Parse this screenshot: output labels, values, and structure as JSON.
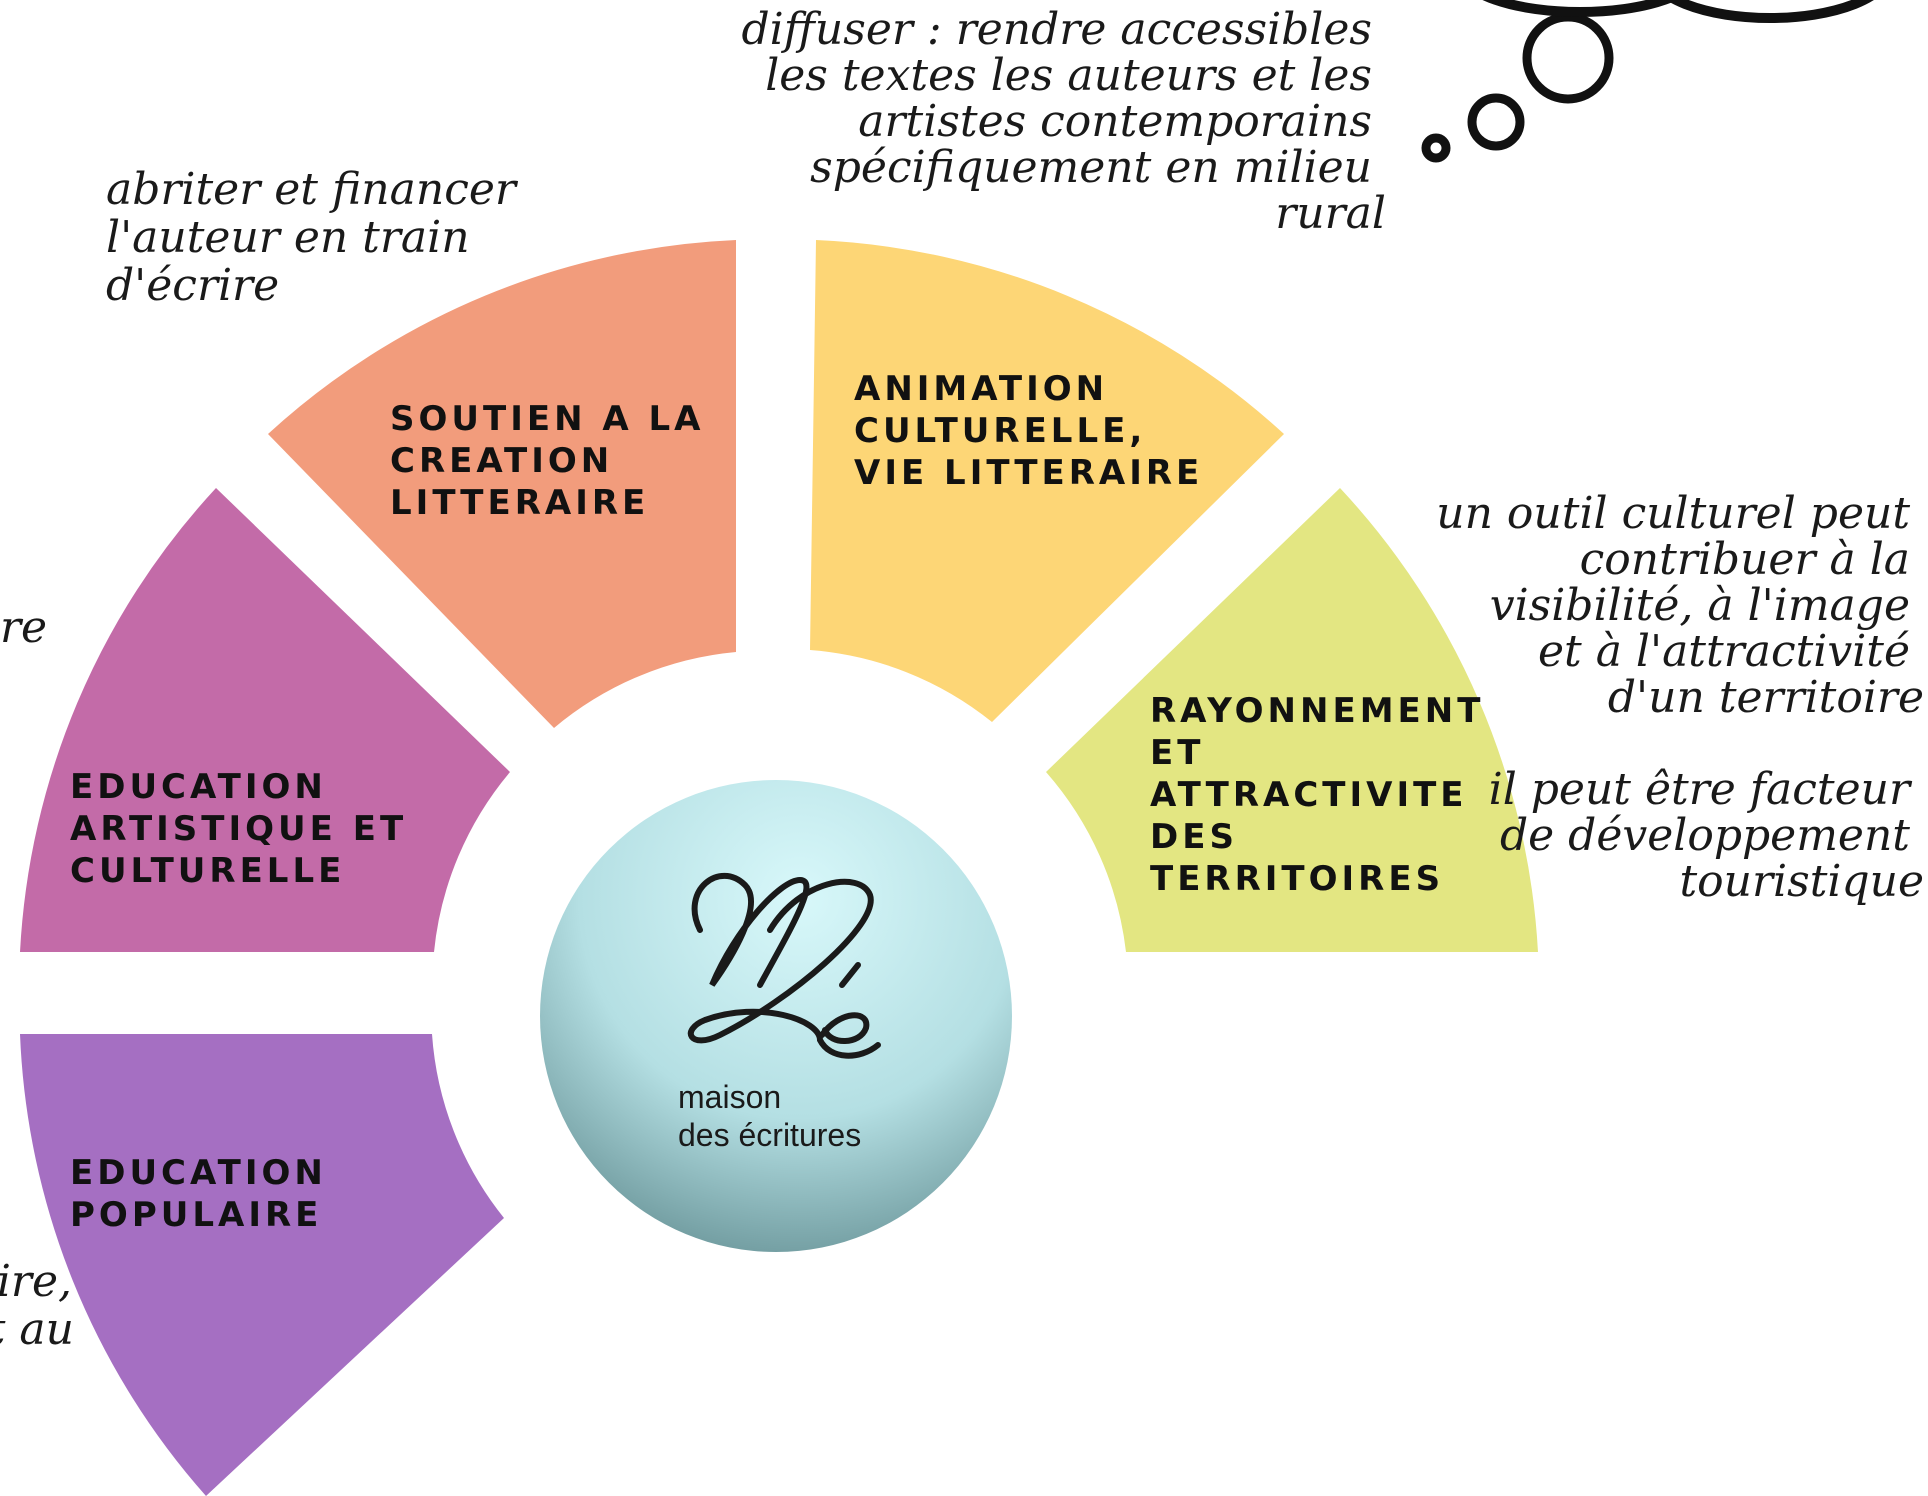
{
  "colors": {
    "background": "#ffffff",
    "segment_soutien": "#f29c7c",
    "segment_animation": "#fdd676",
    "segment_rayonnement": "#e3e682",
    "segment_education_artistique": "#c36ba8",
    "segment_education_populaire": "#a56fc2",
    "sphere_light": "#d8f8fa",
    "sphere_dark": "#6b9296",
    "text": "#111111"
  },
  "segments": [
    {
      "id": "soutien",
      "lines": [
        "SOUTIEN A LA",
        "CREATION",
        "LITTERAIRE"
      ]
    },
    {
      "id": "animation",
      "lines": [
        "ANIMATION",
        "CULTURELLE,",
        "VIE LITTERAIRE"
      ]
    },
    {
      "id": "rayonnement",
      "lines": [
        "RAYONNEMENT",
        "ET",
        "ATTRACTIVITE",
        "DES",
        "TERRITOIRES"
      ]
    },
    {
      "id": "education_artistique",
      "lines": [
        "EDUCATION",
        "ARTISTIQUE ET",
        "CULTURELLE"
      ]
    },
    {
      "id": "education_populaire",
      "lines": [
        "EDUCATION",
        "POPULAIRE"
      ]
    }
  ],
  "notes": {
    "diffuser": [
      "diffuser : rendre accessibles",
      "les textes les auteurs et les",
      "artistes contemporains",
      "spécifiquement en milieu",
      "rural"
    ],
    "abriter": [
      "abriter et financer",
      "l'auteur en train",
      "d'écrire"
    ],
    "outil": [
      "un outil culturel peut",
      "contribuer à la",
      "visibilité, à l'image",
      "et à l'attractivité",
      "d'un territoire"
    ],
    "facteur": [
      "il peut être facteur",
      "de développement",
      "touristique"
    ],
    "left_fragment": "re",
    "bottom_fragment": [
      "aire,",
      "t au"
    ]
  },
  "logo": {
    "monogram": "Mé",
    "line1": "maison",
    "line2": "des écritures"
  },
  "icons": {
    "thought_bubble": "thought-bubble-icon"
  }
}
